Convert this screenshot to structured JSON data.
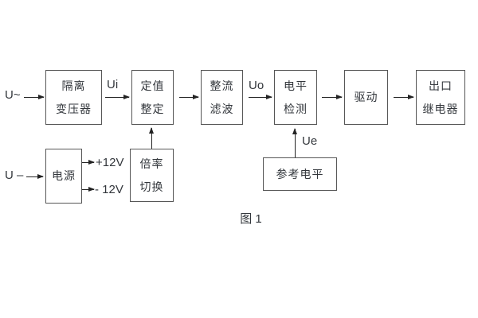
{
  "diagram": {
    "caption": "图 1",
    "inputs": {
      "ac": "U~",
      "dc": "U –"
    },
    "signals": {
      "ui": "Ui",
      "uo": "Uo",
      "ue": "Ue"
    },
    "rails": {
      "positive": "+12V",
      "negative": "- 12V"
    },
    "blocks": {
      "isolation_transformer": {
        "line1": "隔离",
        "line2": "变压器"
      },
      "setting_adjustment": {
        "line1": "定值",
        "line2": "整定"
      },
      "rectifier_filter": {
        "line1": "整流",
        "line2": "滤波"
      },
      "level_detection": {
        "line1": "电平",
        "line2": "检测"
      },
      "driver": {
        "line1": "驱动"
      },
      "output_relay": {
        "line1": "出口",
        "line2": "继电器"
      },
      "power_supply": {
        "line1": "电源"
      },
      "ratio_switch": {
        "line1": "倍率",
        "line2": "切换"
      },
      "reference_level": {
        "line1": "参考电平"
      }
    },
    "colors": {
      "line": "#232323",
      "border": "#565656",
      "text": "#33373c",
      "background": "#ffffff"
    }
  }
}
